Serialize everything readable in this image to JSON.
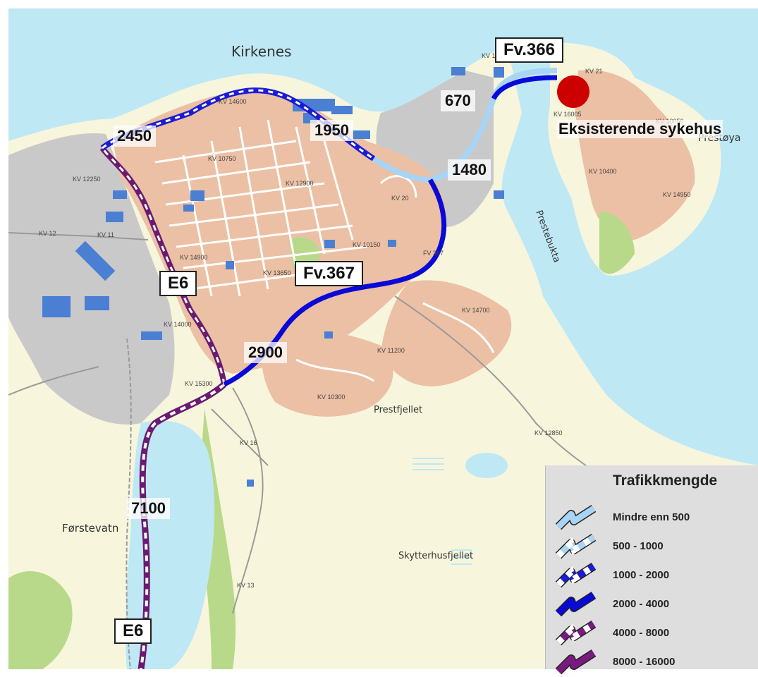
{
  "places": {
    "town": "Kirkenes",
    "lake": "Førstevatn",
    "mountain1": "Prestfjellet",
    "mountain2": "Skytterhusfjellet",
    "bay": "Prestebukta",
    "island": "Prestøya"
  },
  "road_labels": {
    "fv366": "Fv.366",
    "fv367": "Fv.367",
    "e6_north": "E6",
    "e6_south": "E6"
  },
  "traffic_counts": {
    "c2450": "2450",
    "c1950": "1950",
    "c670": "670",
    "c1480": "1480",
    "c2900": "2900",
    "c7100": "7100"
  },
  "hospital": {
    "label": "Eksisterende sykehus",
    "color": "#cc0000"
  },
  "kv_labels": {
    "kv14600": "KV 14600",
    "kv12250": "KV 12250",
    "kv10750": "KV 10750",
    "kv12900": "KV 12900",
    "kv20": "KV 20",
    "kv12": "KV 12",
    "kv11": "KV 11",
    "kv10150": "KV 10150",
    "fv367small": "FV 367",
    "kv14900": "KV 14900",
    "kv13650": "KV 13650",
    "kv14700": "KV 14700",
    "kv14000": "KV 14000",
    "kv11200": "KV 11200",
    "kv15300": "KV 15300",
    "kv10300": "KV 10300",
    "kv16": "KV 16",
    "kv12850": "KV 12850",
    "kv13": "KV 13",
    "kv16005": "KV 16005",
    "kv10400": "KV 10400",
    "kv14950": "KV 14950",
    "kv21": "KV 21",
    "kv10050": "KV 10050",
    "kv16020": "KV 16020"
  },
  "legend": {
    "title": "Trafikkmengde",
    "items": [
      {
        "label": "Mindre enn 500",
        "color": "#a8d4f5",
        "style": "solid"
      },
      {
        "label": "500 - 1000",
        "color": "#a8d4f5",
        "style": "dashed"
      },
      {
        "label": "1000 - 2000",
        "color": "#1c1cd4",
        "style": "dashed"
      },
      {
        "label": "2000 - 4000",
        "color": "#0a0ad8",
        "style": "solid"
      },
      {
        "label": "4000 - 8000",
        "color": "#7a1a80",
        "style": "dashed"
      },
      {
        "label": "8000 - 16000",
        "color": "#7a1a80",
        "style": "solid"
      }
    ]
  },
  "colors": {
    "sea": "#bfe8f5",
    "land": "#f7f6dc",
    "urban": "#ecc0a4",
    "industrial": "#c9c9c9",
    "green": "#b8d98a",
    "building": "#4a7fd4"
  }
}
